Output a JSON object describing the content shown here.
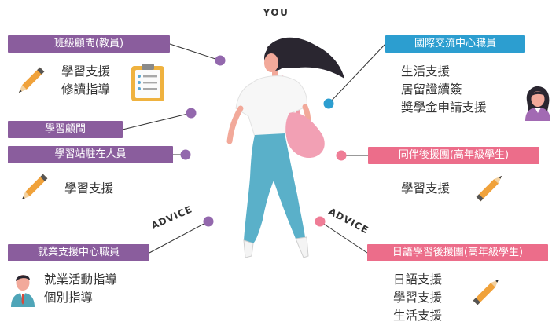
{
  "you_label": "YOU",
  "advice_label": "ADVICE",
  "left_groups": [
    {
      "label": "班級顧問(教員)",
      "items": [
        "學習支援",
        "修讀指導"
      ],
      "icon": "pencil-icon",
      "extra_icon": "clipboard-icon"
    },
    {
      "label": "學習顧問"
    },
    {
      "label": "學習站駐在人員",
      "items": [
        "學習支援"
      ],
      "icon": "pencil-icon"
    },
    {
      "label": "就業支援中心職員",
      "items": [
        "就業活動指導",
        "個別指導"
      ],
      "icon": "male-staff-icon"
    }
  ],
  "right_groups": [
    {
      "label": "國際交流中心職員",
      "items": [
        "生活支援",
        "居留證續簽",
        "獎學金申請支援"
      ],
      "icon": "female-staff-icon"
    },
    {
      "label": "同伴後援團(高年級學生)",
      "items": [
        "學習支援"
      ],
      "icon": "pencil-icon"
    },
    {
      "label": "日語學習後援團(高年級學生)",
      "items": [
        "日語支援",
        "學習支援",
        "生活支援"
      ],
      "icon": "pencil-icon"
    }
  ],
  "colors": {
    "purple": "#8a5d9d",
    "blue": "#2c9ed0",
    "pink": "#ec6d8a",
    "dot_purple": "#9368ad",
    "dot_blue": "#2c9ed0",
    "dot_pink": "#ef7d96"
  }
}
